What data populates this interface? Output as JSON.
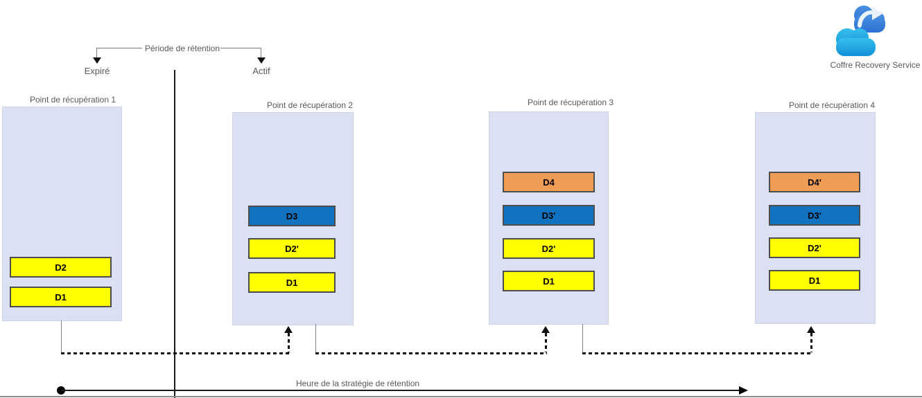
{
  "diagram": {
    "retention_bracket": {
      "label": "Période de rétention",
      "left_state": "Expiré",
      "right_state": "Actif"
    },
    "timeline_label": "Heure de la stratégie de rétention",
    "vault": {
      "label": "Coffre Recovery Service",
      "icon": "recovery-vault-cloud-arrow-icon"
    },
    "colors": {
      "panel_fill": "#dbe0f2",
      "data_yellow": "#ffff00",
      "data_blue": "#1173bf",
      "data_orange": "#ee9c56",
      "label_gray": "#595959"
    },
    "panels": [
      {
        "title": "Point de récupération 1",
        "blocks": [
          {
            "label": "D2",
            "color": "yellow"
          },
          {
            "label": "D1",
            "color": "yellow"
          }
        ]
      },
      {
        "title": "Point de récupération 2",
        "blocks": [
          {
            "label": "D3",
            "color": "blue"
          },
          {
            "label": "D2'",
            "color": "yellow"
          },
          {
            "label": "D1",
            "color": "yellow"
          }
        ]
      },
      {
        "title": "Point de récupération 3",
        "blocks": [
          {
            "label": "D4",
            "color": "orange"
          },
          {
            "label": "D3'",
            "color": "blue"
          },
          {
            "label": "D2'",
            "color": "yellow"
          },
          {
            "label": "D1",
            "color": "yellow"
          }
        ]
      },
      {
        "title": "Point de récupération 4",
        "blocks": [
          {
            "label": "D4'",
            "color": "orange"
          },
          {
            "label": "D3'",
            "color": "blue"
          },
          {
            "label": "D2'",
            "color": "yellow"
          },
          {
            "label": "D1",
            "color": "yellow"
          }
        ]
      }
    ]
  }
}
